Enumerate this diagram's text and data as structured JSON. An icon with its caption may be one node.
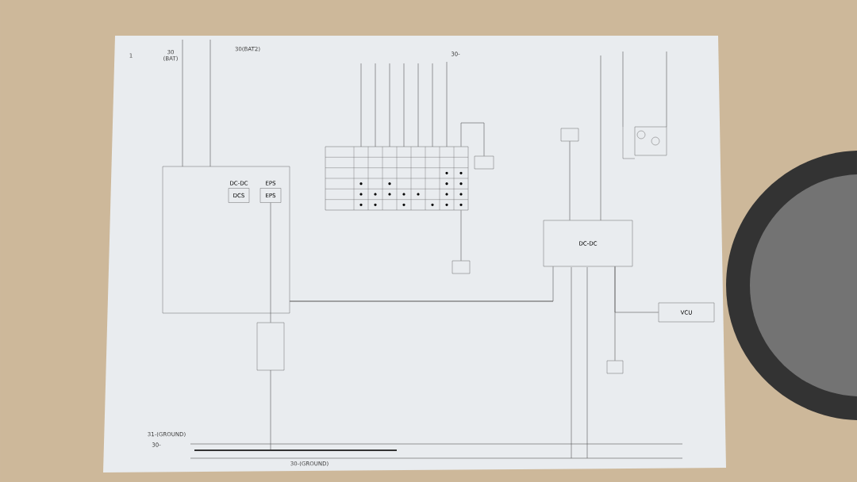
{
  "diagram": {
    "nodes": [
      {
        "text": [],
        "shape": "box"
      },
      {
        "text": [
          "DCS"
        ],
        "in": 0,
        "beside": [
          "DC-DC"
        ]
      },
      {
        "text": [
          "EPS"
        ],
        "in": 0,
        "beside": [
          "EPS"
        ]
      },
      {
        "text": [],
        "shape": "box"
      },
      {
        "text": [],
        "shape": "box"
      },
      {
        "text": [],
        "shape": "box"
      },
      {
        "text": [],
        "shape": "box"
      },
      {
        "text": [],
        "shape": "box"
      },
      {
        "text": [
          "DC-DC"
        ]
      },
      {
        "text": [
          "VCU"
        ]
      },
      {
        "text": [],
        "shape": "box"
      },
      {
        "text": [],
        "shape": "box"
      }
    ],
    "edges": [
      {
        "from": 2,
        "to": 3,
        "arrow": "none"
      },
      {
        "from": 0,
        "to": 8,
        "arrow": "none"
      },
      {
        "from": 4,
        "to": 5,
        "arrow": "none"
      },
      {
        "from": 4,
        "to": 6,
        "arrow": "none"
      },
      {
        "from": 7,
        "to": 8,
        "arrow": "none"
      },
      {
        "from": 8,
        "to": 9,
        "arrow": "none"
      },
      {
        "from": 8,
        "to": 10,
        "arrow": "none"
      }
    ],
    "labels": [
      "1",
      "30 (BAT)",
      "30(BAT2)",
      "30-",
      "31-(GROUND)",
      "30-",
      "30-(GROUND)"
    ]
  }
}
